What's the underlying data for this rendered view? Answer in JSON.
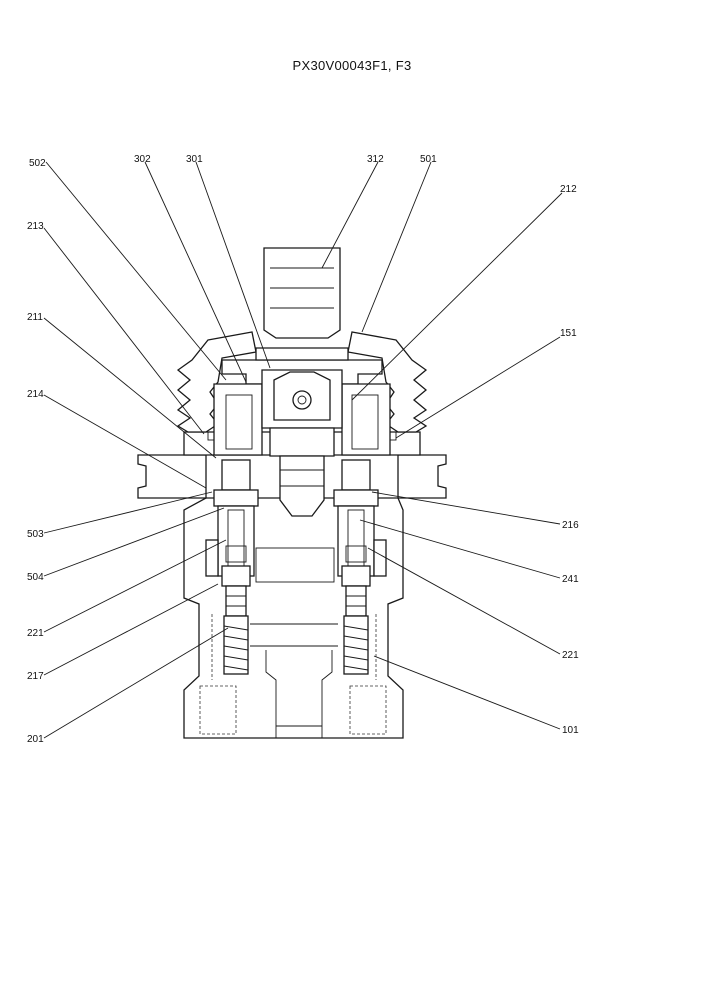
{
  "title": "PX30V00043F1, F3",
  "labels": {
    "l502": "502",
    "l302": "302",
    "l301": "301",
    "l312": "312",
    "l501": "501",
    "l212": "212",
    "l213": "213",
    "l211": "211",
    "l151": "151",
    "l214": "214",
    "l503": "503",
    "l216": "216",
    "l504": "504",
    "l241": "241",
    "l221a": "221",
    "l221b": "221",
    "l217": "217",
    "l201": "201",
    "l101": "101"
  }
}
